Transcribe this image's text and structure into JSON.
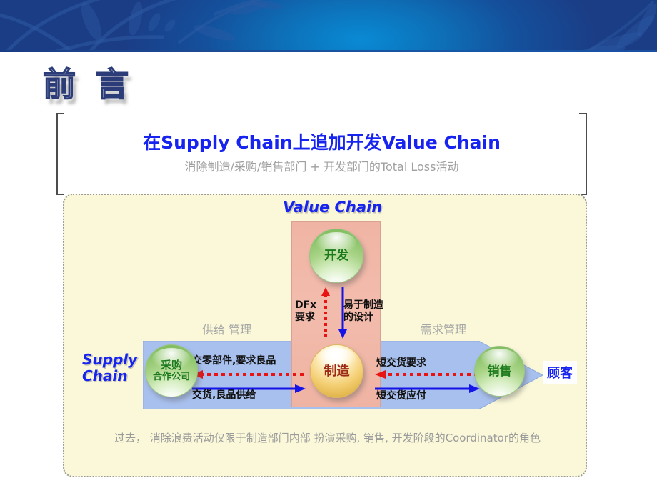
{
  "slide": {
    "page_title": "前 言",
    "headline": "在Supply Chain上追加开发Value Chain",
    "subhead": "消除制造/采购/销售部门 + 开发部门的Total Loss活动",
    "footer_note": "过去， 消除浪费活动仅限于制造部门内部 扮演采购, 销售, 开发阶段的Coordinator的角色"
  },
  "diagram": {
    "value_chain_label": "Value Chain",
    "supply_chain_label_line1": "Supply",
    "supply_chain_label_line2": "Chain",
    "supply_mgmt_label": "供给 管理",
    "demand_mgmt_label": "需求管理",
    "customer_label": "顾客",
    "nodes": {
      "development": {
        "label": "开发"
      },
      "manufacturing": {
        "label": "制造"
      },
      "procurement": {
        "label_line1": "采购",
        "label_line2": "合作公司"
      },
      "sales": {
        "label": "销售"
      }
    },
    "vertical_flows": {
      "up_label_line1": "DFx",
      "up_label_line2": "要求",
      "down_label_line1": "易于制造",
      "down_label_line2": "的设计"
    },
    "horizontal_flows": {
      "procurement_demand": "交零部件,要求良品",
      "procurement_supply": "交货,良品供给",
      "sales_demand": "短交货要求",
      "sales_supply": "短交货应付"
    }
  },
  "colors": {
    "banner_dark": "#1b3d86",
    "banner_light": "#0a8ad4",
    "headline_blue": "#1724f0",
    "subtext_gray": "#a0a0a0",
    "content_bg": "#faf8d8",
    "pink_bar": "#f0b4a4",
    "blue_arrow": "#a8c0ee",
    "green_sphere": "#8cc46a",
    "gold_sphere": "#f3ce72",
    "red_dotted_arrow": "#e81414",
    "blue_solid_arrow": "#1414e8"
  }
}
